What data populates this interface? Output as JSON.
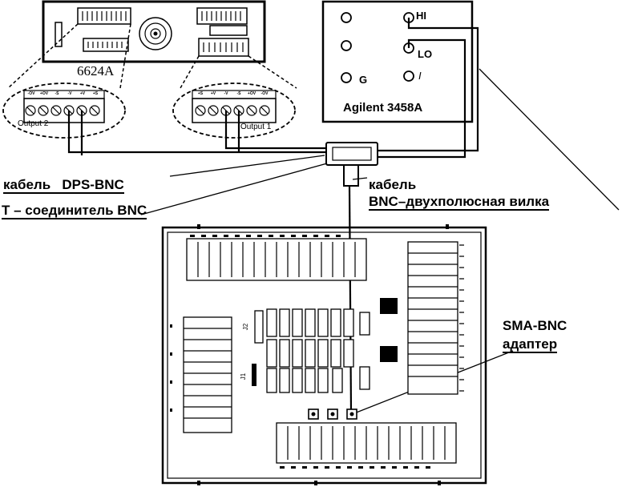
{
  "psu": {
    "model": "6624A",
    "output2_label": "Output 2",
    "output1_label": "Output 1",
    "output2_terminals": [
      "-OV",
      "+OV",
      "-S",
      "-V",
      "+V",
      "+S"
    ],
    "output1_terminals": [
      "+S",
      "+V",
      "-V",
      "-S",
      "+OV",
      "-OV"
    ]
  },
  "dmm": {
    "name": "Agilent 3458A",
    "hi": "HI",
    "lo": "LO",
    "guard": "G",
    "current": "I"
  },
  "labels": {
    "cable_dps_bnc": "кабель   DPS-BNC",
    "t_connector": "Т – соединитель BNC",
    "cable_bnc_line1": "кабель",
    "cable_bnc_line2": "BNC–двухполюсная вилка",
    "sma_bnc_line1": "SMA-BNC",
    "sma_bnc_line2": "адаптер"
  },
  "board": {
    "j1": "J1",
    "j2": "J2"
  }
}
